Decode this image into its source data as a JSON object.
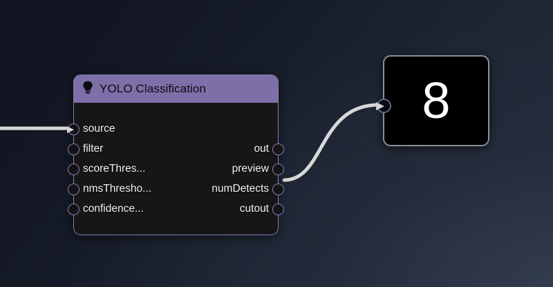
{
  "canvas": {
    "background_color": "#1b2130",
    "accent_purple": "#7d6fa8",
    "border_purple": "#8b7fb5",
    "cable_color": "#d8d8d8"
  },
  "nodes": [
    {
      "id": "yolo-classification",
      "title": "YOLO Classification",
      "icon": "lightbulb-icon",
      "header_color": "#7d6fa8",
      "body_color": "#161619",
      "inputs": [
        {
          "label": "source",
          "connected": true
        },
        {
          "label": "filter",
          "connected": false
        },
        {
          "label": "scoreThres...",
          "connected": false
        },
        {
          "label": "nmsThresho...",
          "connected": false
        },
        {
          "label": "confidence...",
          "connected": false
        }
      ],
      "outputs": [
        {
          "label": "out",
          "connected": false
        },
        {
          "label": "preview",
          "connected": false
        },
        {
          "label": "numDetects",
          "connected": true
        },
        {
          "label": "cutout",
          "connected": false
        }
      ]
    },
    {
      "id": "number-display",
      "value": "8",
      "border_color": "#8a8f99",
      "background_color": "#000000",
      "text_color": "#ffffff"
    }
  ],
  "links": [
    {
      "from": "offscreen-left",
      "to": "yolo-classification.source"
    },
    {
      "from": "yolo-classification.numDetects",
      "to": "number-display.input"
    }
  ]
}
